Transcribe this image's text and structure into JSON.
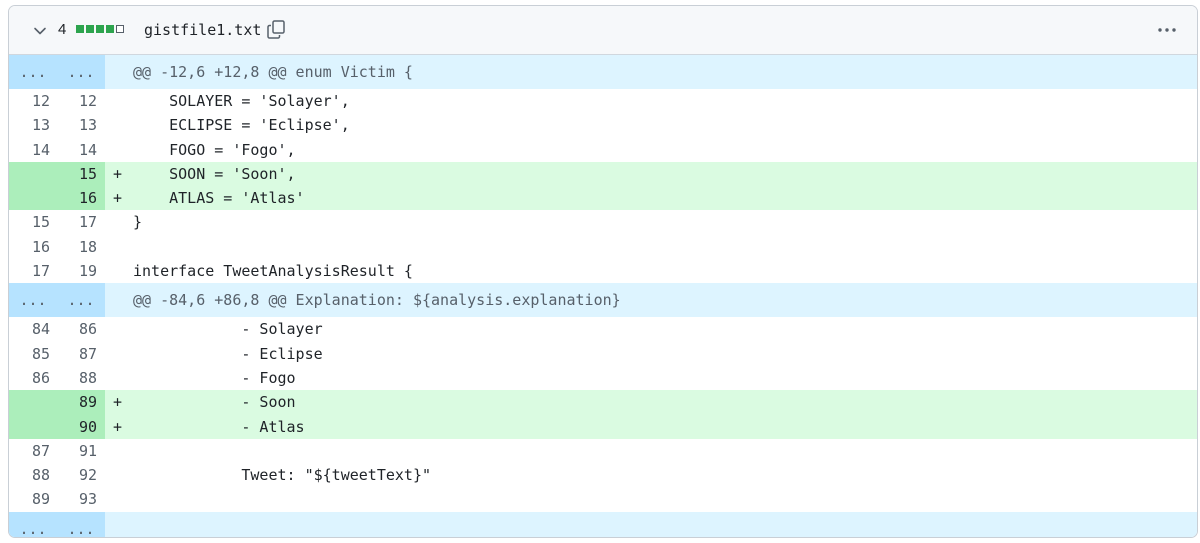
{
  "header": {
    "change_count": "4",
    "diffstat": [
      "add",
      "add",
      "add",
      "add",
      "neutral"
    ],
    "filename": "gistfile1.txt"
  },
  "colors": {
    "added_bg": "#dafbe1",
    "added_gutter": "#aceebb",
    "hunk_bg": "#ddf4ff",
    "hunk_gutter": "#b6e3ff",
    "diffstat_add": "#2da44e"
  },
  "icons": {
    "expand": "chevron-down-icon",
    "copy": "copy-icon",
    "menu": "kebab-horizontal-icon"
  },
  "rows": [
    {
      "type": "hunk",
      "old": "...",
      "new": "...",
      "marker": "",
      "code": "@@ -12,6 +12,8 @@ enum Victim {"
    },
    {
      "type": "ctx",
      "old": "12",
      "new": "12",
      "marker": "",
      "code": "    SOLAYER = 'Solayer',"
    },
    {
      "type": "ctx",
      "old": "13",
      "new": "13",
      "marker": "",
      "code": "    ECLIPSE = 'Eclipse',"
    },
    {
      "type": "ctx",
      "old": "14",
      "new": "14",
      "marker": "",
      "code": "    FOGO = 'Fogo',"
    },
    {
      "type": "add",
      "old": "",
      "new": "15",
      "marker": "+",
      "code": "    SOON = 'Soon',"
    },
    {
      "type": "add",
      "old": "",
      "new": "16",
      "marker": "+",
      "code": "    ATLAS = 'Atlas'"
    },
    {
      "type": "ctx",
      "old": "15",
      "new": "17",
      "marker": "",
      "code": "}"
    },
    {
      "type": "ctx",
      "old": "16",
      "new": "18",
      "marker": "",
      "code": ""
    },
    {
      "type": "ctx",
      "old": "17",
      "new": "19",
      "marker": "",
      "code": "interface TweetAnalysisResult {"
    },
    {
      "type": "hunk",
      "old": "...",
      "new": "...",
      "marker": "",
      "code": "@@ -84,6 +86,8 @@ Explanation: ${analysis.explanation}"
    },
    {
      "type": "ctx",
      "old": "84",
      "new": "86",
      "marker": "",
      "code": "            - Solayer"
    },
    {
      "type": "ctx",
      "old": "85",
      "new": "87",
      "marker": "",
      "code": "            - Eclipse"
    },
    {
      "type": "ctx",
      "old": "86",
      "new": "88",
      "marker": "",
      "code": "            - Fogo"
    },
    {
      "type": "add",
      "old": "",
      "new": "89",
      "marker": "+",
      "code": "            - Soon"
    },
    {
      "type": "add",
      "old": "",
      "new": "90",
      "marker": "+",
      "code": "            - Atlas"
    },
    {
      "type": "ctx",
      "old": "87",
      "new": "91",
      "marker": "",
      "code": ""
    },
    {
      "type": "ctx",
      "old": "88",
      "new": "92",
      "marker": "",
      "code": "            Tweet: \"${tweetText}\""
    },
    {
      "type": "ctx",
      "old": "89",
      "new": "93",
      "marker": "",
      "code": ""
    },
    {
      "type": "hunk",
      "old": "...",
      "new": "...",
      "marker": "",
      "code": ""
    }
  ]
}
